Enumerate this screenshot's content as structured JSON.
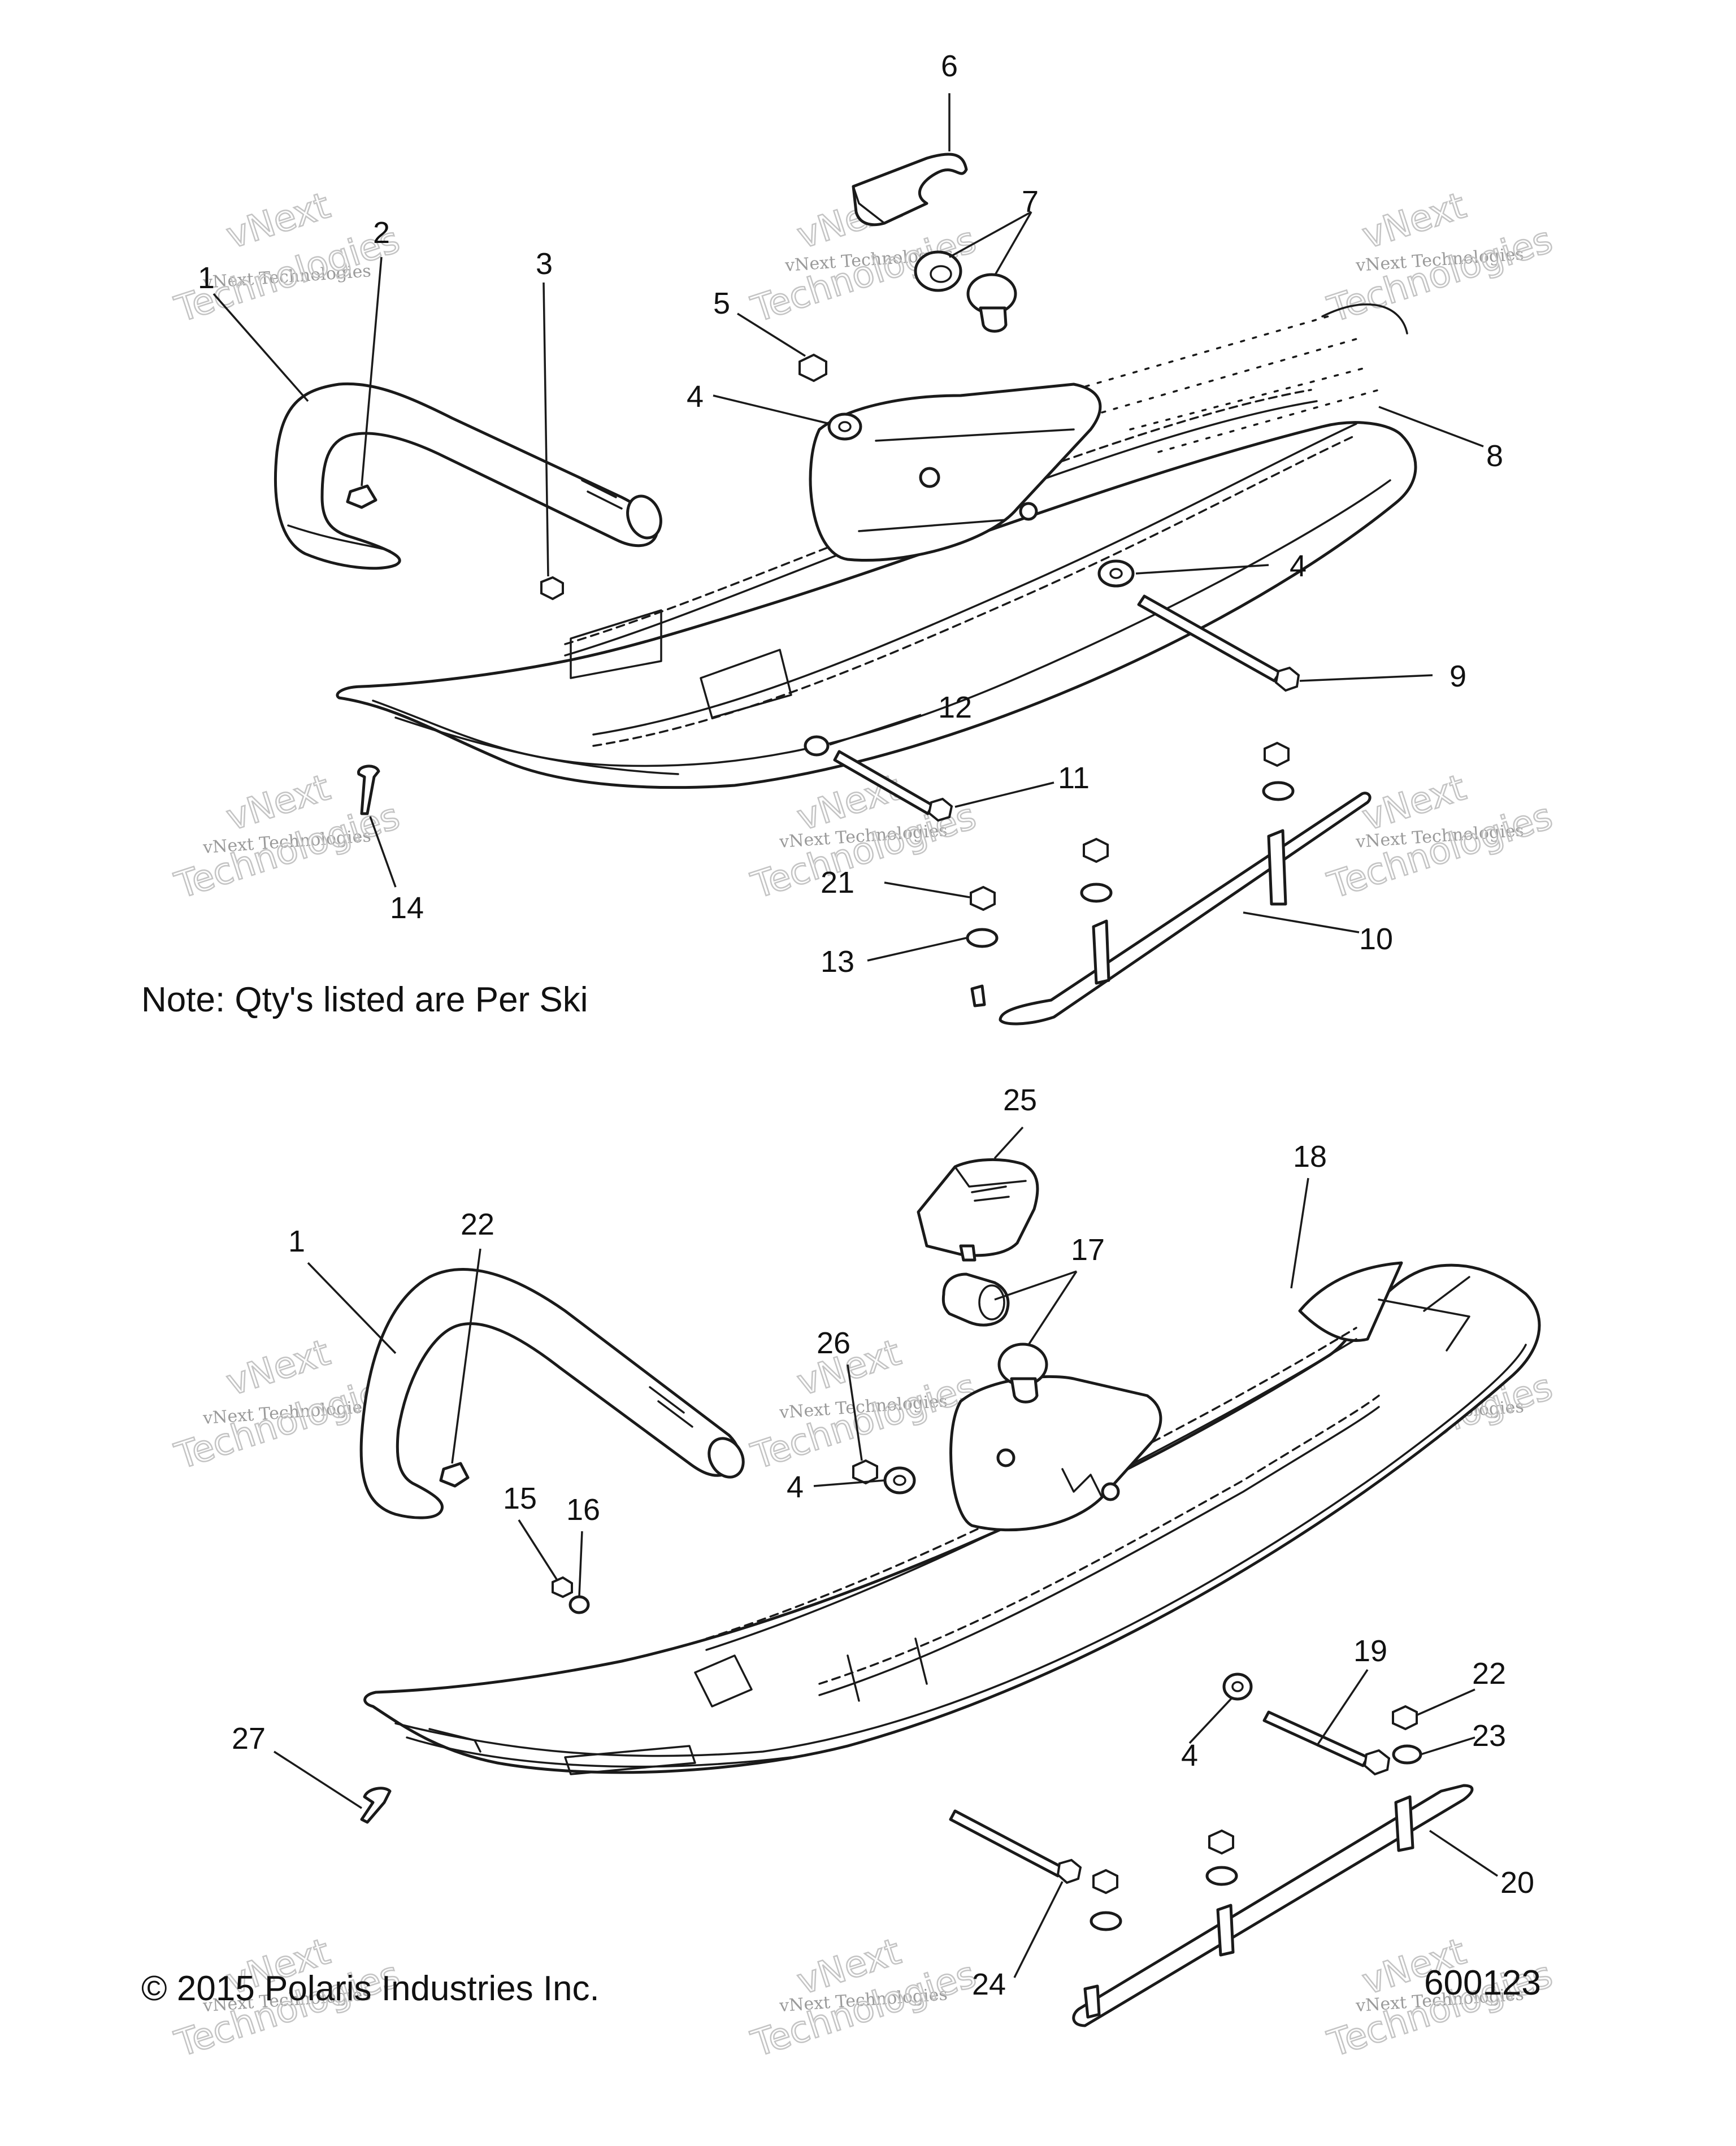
{
  "note": "Note: Qty's listed are Per Ski",
  "copyright": "© 2015 Polaris Industries Inc.",
  "diagram_id": "600123",
  "watermark": {
    "line1": "vNext Technologies",
    "line2": "vNext",
    "line3": "Technologies"
  },
  "callouts": {
    "c1a": "1",
    "c2": "2",
    "c3": "3",
    "c4a": "4",
    "c4b": "4",
    "c5": "5",
    "c6": "6",
    "c7": "7",
    "c8": "8",
    "c9": "9",
    "c10": "10",
    "c11": "11",
    "c12": "12",
    "c13": "13",
    "c14": "14",
    "c21": "21",
    "c1b": "1",
    "c22a": "22",
    "c25": "25",
    "c26": "26",
    "c18": "18",
    "c17": "17",
    "c4c": "4",
    "c15": "15",
    "c16": "16",
    "c27": "27",
    "c4d": "4",
    "c19": "19",
    "c22b": "22",
    "c23": "23",
    "c20": "20",
    "c24": "24"
  }
}
